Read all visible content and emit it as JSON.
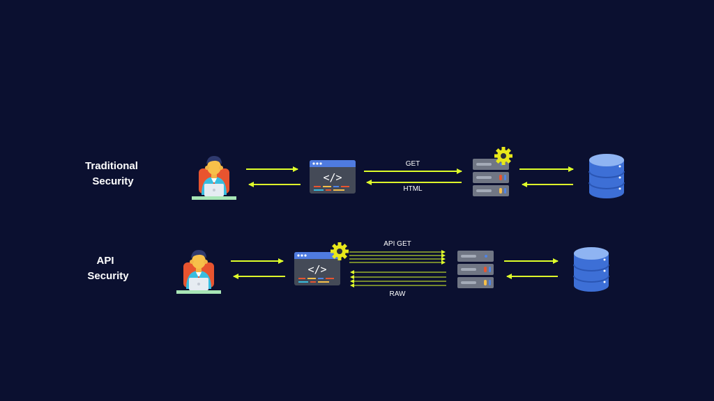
{
  "colors": {
    "background": "#0b1030",
    "arrow": "#dfff2a",
    "gear": "#e8e81a",
    "browser_header": "#4f7be0",
    "browser_body": "#444a57",
    "server_body": "#707684",
    "database": "#4f84e6",
    "person_chair": "#e8542f",
    "person_shirt": "#38bde0",
    "desk": "#a8e6b6"
  },
  "rows": {
    "traditional": {
      "label_line1": "Traditional",
      "label_line2": "Security",
      "request_label": "GET",
      "response_label": "HTML"
    },
    "api": {
      "label_line1": "API",
      "label_line2": "Security",
      "request_label": "API GET",
      "response_label": "RAW"
    }
  },
  "icons": {
    "user": "user-at-laptop-icon",
    "client": "browser-code-icon",
    "server": "server-rack-icon",
    "gear": "gear-icon",
    "database": "database-icon"
  }
}
